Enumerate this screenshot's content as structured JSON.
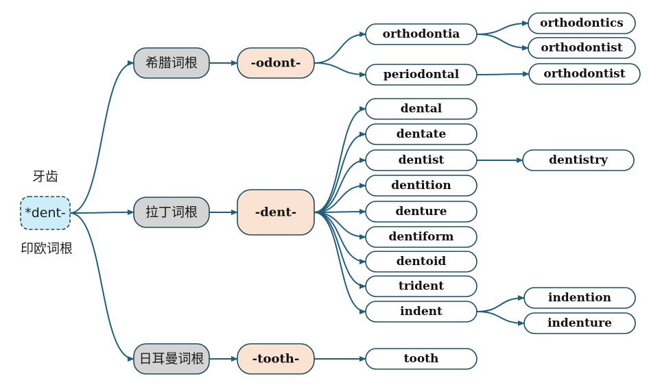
{
  "labels": {
    "teeth": "牙齿",
    "pie_root_caption": "印欧词根"
  },
  "colors": {
    "edge": "#1f5f7d",
    "box_stroke": "#1e4a5e",
    "root_fill": "#cdeef8",
    "lang_fill": "#d4d4d4",
    "affix_fill": "#fbe3d3",
    "word_fill": "#ffffff"
  },
  "root": {
    "text": "*dent-"
  },
  "branches": [
    {
      "language": "希腊词根",
      "affix": "-odont-",
      "words": [
        {
          "text": "orthodontia",
          "children": [
            "orthodontics",
            "orthodontist"
          ]
        },
        {
          "text": "periodontal",
          "children": [
            "orthodontist"
          ]
        }
      ]
    },
    {
      "language": "拉丁词根",
      "affix": "-dent-",
      "words": [
        {
          "text": "dental",
          "children": []
        },
        {
          "text": "dentate",
          "children": []
        },
        {
          "text": "dentist",
          "children": [
            "dentistry"
          ]
        },
        {
          "text": "dentition",
          "children": []
        },
        {
          "text": "denture",
          "children": []
        },
        {
          "text": "dentiform",
          "children": []
        },
        {
          "text": "dentoid",
          "children": []
        },
        {
          "text": "trident",
          "children": []
        },
        {
          "text": "indent",
          "children": [
            "indention",
            "indenture"
          ]
        }
      ]
    },
    {
      "language": "日耳曼词根",
      "affix": "-tooth-",
      "words": [
        {
          "text": "tooth",
          "children": []
        }
      ]
    }
  ]
}
